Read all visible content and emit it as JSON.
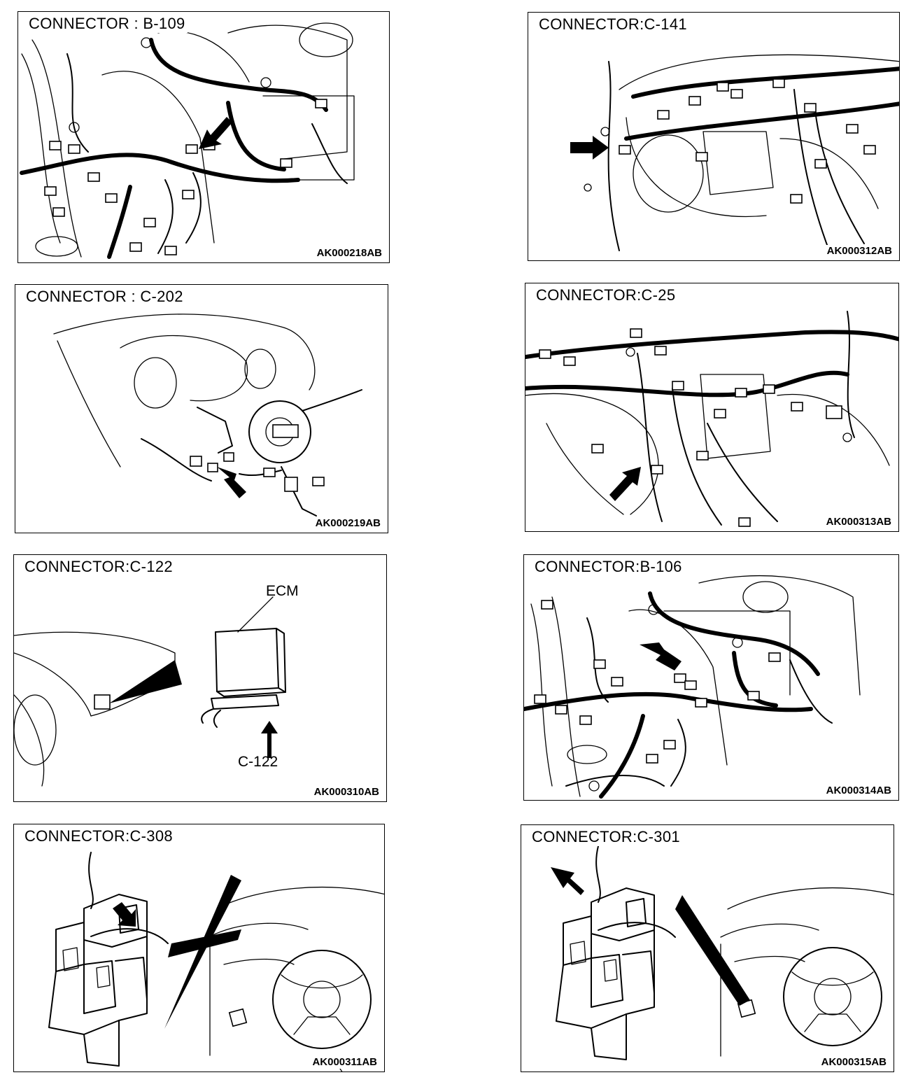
{
  "panels": [
    {
      "title": "CONNECTOR : B-109",
      "code": "AK000218AB"
    },
    {
      "title": "CONNECTOR:C-141",
      "code": "AK000312AB"
    },
    {
      "title": "CONNECTOR : C-202",
      "code": "AK000219AB"
    },
    {
      "title": "CONNECTOR:C-25",
      "code": "AK000313AB"
    },
    {
      "title": "CONNECTOR:C-122",
      "code": "AK000310AB",
      "callouts": {
        "ecm": "ECM",
        "connector": "C-122"
      }
    },
    {
      "title": "CONNECTOR:B-106",
      "code": "AK000314AB"
    },
    {
      "title": "CONNECTOR:C-308",
      "code": "AK000311AB"
    },
    {
      "title": "CONNECTOR:C-301",
      "code": "AK000315AB"
    }
  ]
}
